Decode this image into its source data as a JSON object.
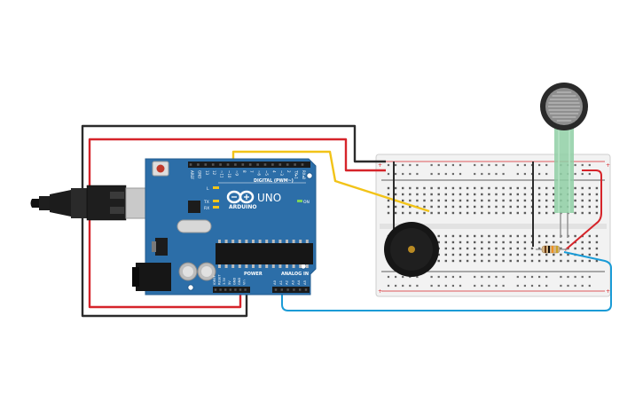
{
  "board": {
    "digital_label": "DIGITAL (PWM~)",
    "brand_label": "ARDUINO",
    "model_label": "UNO",
    "on_label": "ON",
    "power_label": "POWER",
    "analog_label": "ANALOG IN",
    "digital_pins": [
      "AREF",
      "GND",
      "13",
      "12",
      "~11",
      "~10",
      "~9",
      "8",
      "7",
      "~6",
      "~5",
      "4",
      "~3",
      "2",
      "TX▸1",
      "RX◂0"
    ],
    "power_pins": [
      "IOREF",
      "RESET",
      "3.3V",
      "5V",
      "GND",
      "GND",
      "Vin"
    ],
    "analog_pins": [
      "A0",
      "A1",
      "A2",
      "A3",
      "A4",
      "A5"
    ],
    "led_labels": [
      "L",
      "TX",
      "RX"
    ]
  },
  "colors": {
    "board": "#2c6ea8",
    "board_edge": "#245d90",
    "wire_red": "#d6242a",
    "wire_black": "#2b2b2b",
    "wire_yellow": "#f2c318",
    "wire_blue": "#1a9bd6",
    "breadboard": "#f2f2f2",
    "fsr_green": "#8fcfa5"
  }
}
